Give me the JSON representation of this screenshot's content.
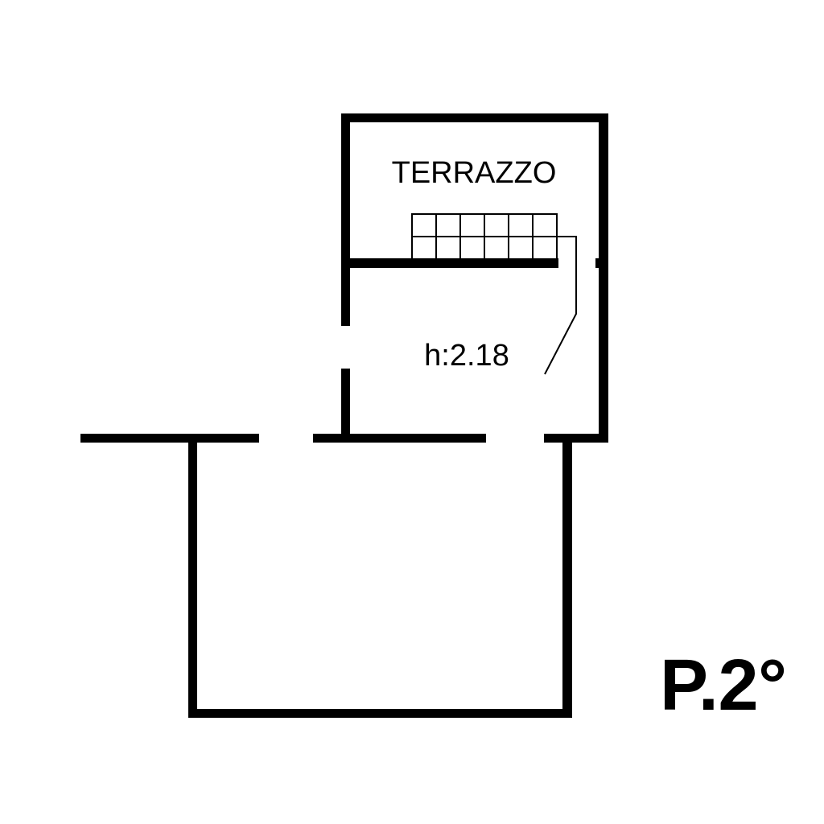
{
  "plan": {
    "room_label": "TERRAZZO",
    "height_label": "h:2.18",
    "floor_label": "P.2°"
  },
  "colors": {
    "wall": "#000000",
    "background": "#ffffff"
  }
}
